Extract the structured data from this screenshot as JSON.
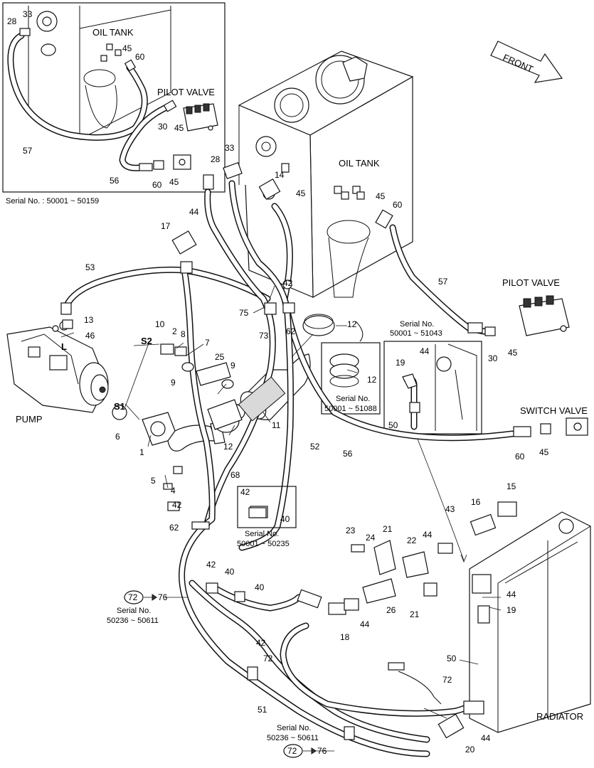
{
  "labels": {
    "oil_tank_inset": "OIL TANK",
    "pilot_valve_inset": "PILOT VALVE",
    "inset_serial": "Serial No. : 50001 ~ 50159",
    "front": "FRONT",
    "oil_tank": "OIL TANK",
    "pilot_valve": "PILOT VALVE",
    "switch_valve": "SWITCH VALVE",
    "pump": "PUMP",
    "radiator": "RADIATOR",
    "s1": "S1",
    "s2": "S2",
    "l": "L"
  },
  "serials": {
    "s_51043": [
      "Serial No.",
      "50001 ~ 51043"
    ],
    "s_51088": [
      "Serial No.",
      "50001 ~ 51088"
    ],
    "s_50235": [
      "Serial No.",
      "50001 ~ 50235"
    ],
    "s_50611_a": [
      "Serial No.",
      "50236 ~ 50611"
    ],
    "s_50611_b": [
      "Serial No.",
      "50236 ~ 50611"
    ]
  },
  "refs": {
    "ref_a_num": "72",
    "ref_a_target": "76",
    "ref_b_num": "72",
    "ref_b_target": "76"
  },
  "callouts": {
    "c28a": "28",
    "c33a": "33",
    "c45a": "45",
    "c60a": "60",
    "c30a": "30",
    "c45b": "45",
    "c57a": "57",
    "c56a": "56",
    "c60b": "60",
    "c45c": "45",
    "c33": "33",
    "c28": "28",
    "c14": "14",
    "c45d": "45",
    "c45e": "45",
    "c60c": "60",
    "c44a": "44",
    "c17": "17",
    "c53": "53",
    "c57": "57",
    "c42a": "42",
    "c75": "75",
    "c73": "73",
    "c62a": "62",
    "c12a": "12",
    "c13": "13",
    "c46": "46",
    "c10": "10",
    "c2": "2",
    "c8": "8",
    "c7": "7",
    "c25": "25",
    "c9a": "9",
    "c9b": "9",
    "c12b": "12",
    "c11": "11",
    "c6": "6",
    "c1": "1",
    "c12c": "12",
    "c5": "5",
    "c4": "4",
    "c52": "52",
    "c68": "68",
    "c56": "56",
    "c44b": "44",
    "c19a": "19",
    "c50a": "50",
    "c30b": "30",
    "c45f": "45",
    "c60d": "60",
    "c45g": "45",
    "c42b": "42",
    "c40a": "40",
    "c42c": "42",
    "c62b": "62",
    "c15": "15",
    "c16": "16",
    "c43": "43",
    "c23": "23",
    "c24": "24",
    "c21a": "21",
    "c22": "22",
    "c44c": "44",
    "c42d": "42",
    "c40b": "40",
    "c40c": "40",
    "c76a": "76",
    "c26": "26",
    "c21b": "21",
    "c44d": "44",
    "c18": "18",
    "c44e": "44",
    "c19b": "19",
    "c42e": "42",
    "c72a": "72",
    "c50b": "50",
    "c72b": "72",
    "c51": "51",
    "c20": "20",
    "c44f": "44"
  }
}
